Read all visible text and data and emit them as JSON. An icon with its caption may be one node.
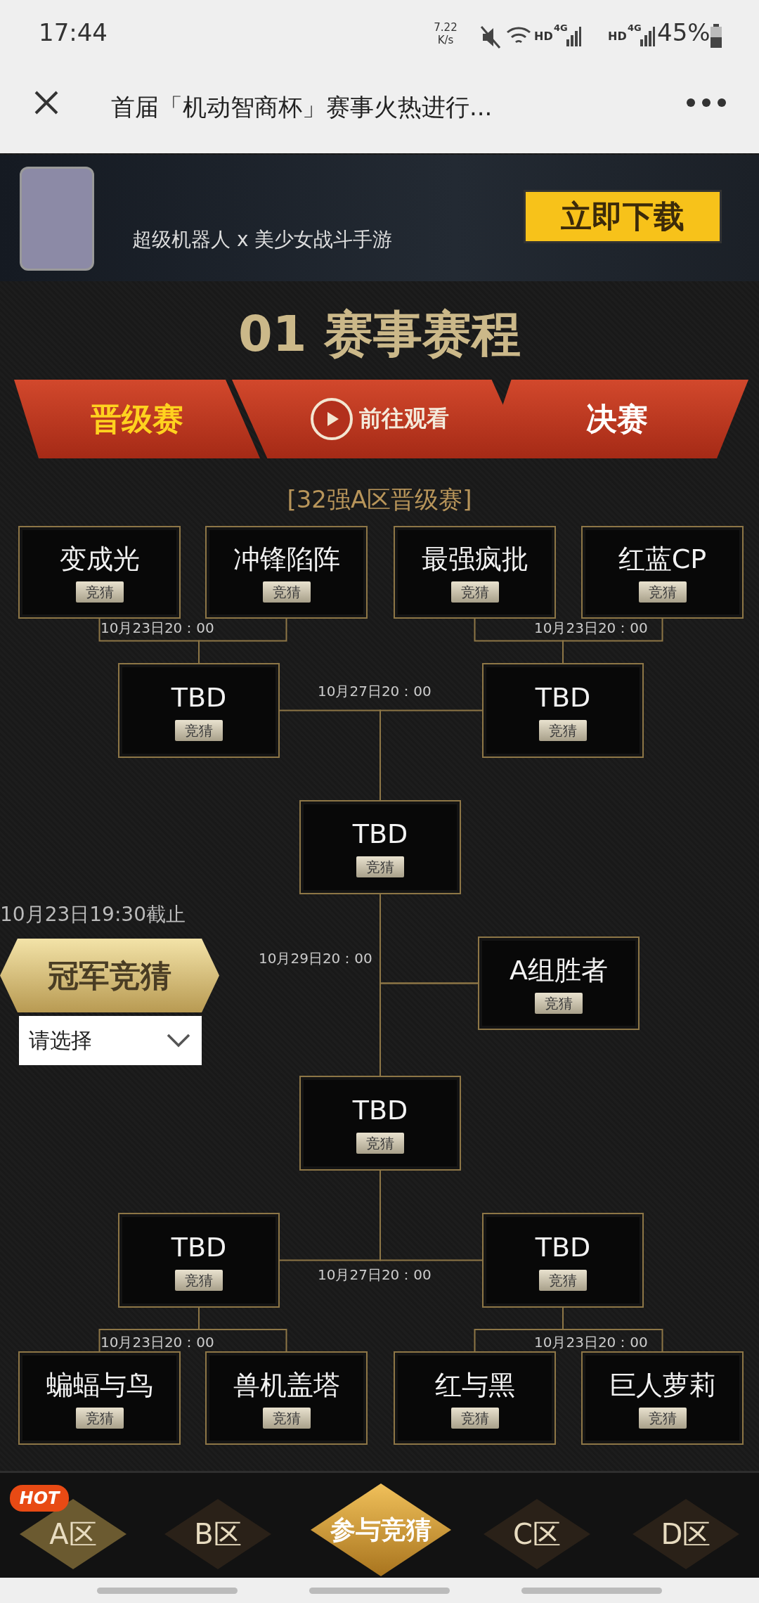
{
  "diagram": {
    "title": "首届「机动智商杯」赛事火热进行...",
    "nodes": [
      {
        "text": [
          "变成光",
          "竞猜"
        ]
      },
      {
        "text": [
          "冲锋陷阵",
          "竞猜"
        ]
      },
      {
        "text": [
          "最强疯批",
          "竞猜"
        ]
      },
      {
        "text": [
          "红蓝CP",
          "竞猜"
        ]
      },
      {
        "text": [
          "TBD",
          "竞猜"
        ]
      },
      {
        "text": [
          "TBD",
          "竞猜"
        ]
      },
      {
        "text": [
          "TBD",
          "竞猜"
        ]
      },
      {
        "text": [
          "A组胜者",
          "竞猜"
        ]
      },
      {
        "text": [
          "TBD",
          "竞猜"
        ]
      },
      {
        "text": [
          "TBD",
          "竞猜"
        ]
      },
      {
        "text": [
          "TBD",
          "竞猜"
        ]
      },
      {
        "text": [
          "蝙蝠与鸟",
          "竞猜"
        ]
      },
      {
        "text": [
          "兽机盖塔",
          "竞猜"
        ]
      },
      {
        "text": [
          "红与黑",
          "竞猜"
        ]
      },
      {
        "text": [
          "巨人萝莉",
          "竞猜"
        ]
      }
    ],
    "edges": [
      {
        "from": 0,
        "to": 4,
        "arrow": "none"
      },
      {
        "from": 1,
        "to": 4,
        "arrow": "none"
      },
      {
        "from": 2,
        "to": 5,
        "arrow": "none"
      },
      {
        "from": 3,
        "to": 5,
        "arrow": "none"
      },
      {
        "from": 4,
        "to": 6,
        "arrow": "none"
      },
      {
        "from": 5,
        "to": 6,
        "arrow": "none"
      },
      {
        "from": 6,
        "to": 7,
        "arrow": "none"
      },
      {
        "from": 8,
        "to": 7,
        "arrow": "none"
      },
      {
        "from": 9,
        "to": 8,
        "arrow": "none"
      },
      {
        "from": 10,
        "to": 8,
        "arrow": "none"
      },
      {
        "from": 11,
        "to": 9,
        "arrow": "none"
      },
      {
        "from": 12,
        "to": 9,
        "arrow": "none"
      },
      {
        "from": 13,
        "to": 10,
        "arrow": "none"
      },
      {
        "from": 14,
        "to": 10,
        "arrow": "none"
      }
    ],
    "labels": [
      "17:44",
      "7.22 K/s",
      "HD",
      "4G",
      "HD",
      "4G",
      "45%",
      "超级机器人 x 美少女战斗手游",
      "立即下载",
      "01 赛事赛程",
      "晋级赛",
      "前往观看",
      "决赛",
      "[32强A区晋级赛]",
      "10月23日20：00",
      "10月23日20：00",
      "10月27日20：00",
      "10月23日19:30截止",
      "冠军竞猜",
      "10月29日20：00",
      "请选择",
      "10月27日20：00",
      "10月23日20：00",
      "10月23日20：00",
      "HOT",
      "A区",
      "B区",
      "参与竞猜",
      "C区",
      "D区"
    ]
  }
}
